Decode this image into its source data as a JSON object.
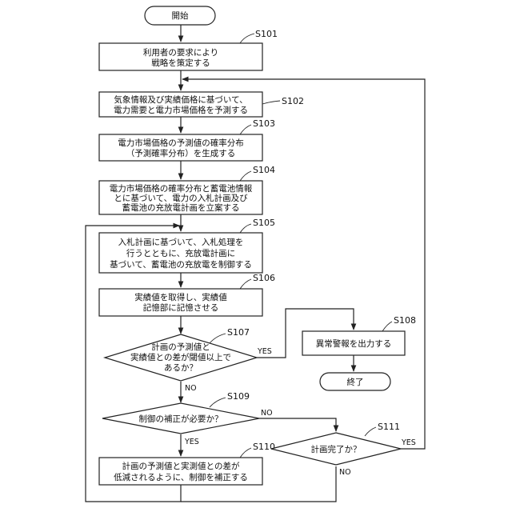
{
  "nodes": {
    "start": {
      "lines": [
        "開始"
      ]
    },
    "s101": {
      "label": "S101",
      "lines": [
        "利用者の要求により",
        "戦略を策定する"
      ]
    },
    "s102": {
      "label": "S102",
      "lines": [
        "気象情報及び実績価格に基づいて、",
        "電力需要と電力市場価格を予測する"
      ]
    },
    "s103": {
      "label": "S103",
      "lines": [
        "電力市場価格の予測値の確率分布",
        "（予測確率分布）を生成する"
      ]
    },
    "s104": {
      "label": "S104",
      "lines": [
        "電力市場価格の確率分布と蓄電池情報",
        "とに基づいて、電力の入札計画及び",
        "蓄電池の充放電計画を立案する"
      ]
    },
    "s105": {
      "label": "S105",
      "lines": [
        "入札計画に基づいて、入札処理を",
        "行うとともに、充放電計画に",
        "基づいて、蓄電池の充放電を制御する"
      ]
    },
    "s106": {
      "label": "S106",
      "lines": [
        "実績値を取得し、実績値",
        "記憶部に記憶させる"
      ]
    },
    "s107": {
      "label": "S107",
      "lines": [
        "計画の予測値と",
        "実績値との差が閾値以上で",
        "あるか？"
      ]
    },
    "s108": {
      "label": "S108",
      "lines": [
        "異常警報を出力する"
      ]
    },
    "end": {
      "lines": [
        "終了"
      ]
    },
    "s109": {
      "label": "S109",
      "lines": [
        "制御の補正が必要か？"
      ]
    },
    "s110": {
      "label": "S110",
      "lines": [
        "計画の予測値と実測値との差が",
        "低減されるように、制御を補正する"
      ]
    },
    "s111": {
      "label": "S111",
      "lines": [
        "計画完了か？"
      ]
    }
  },
  "branches": {
    "s107_yes": "YES",
    "s107_no": "NO",
    "s109_yes": "YES",
    "s109_no": "NO",
    "s111_yes": "YES",
    "s111_no": "NO"
  }
}
